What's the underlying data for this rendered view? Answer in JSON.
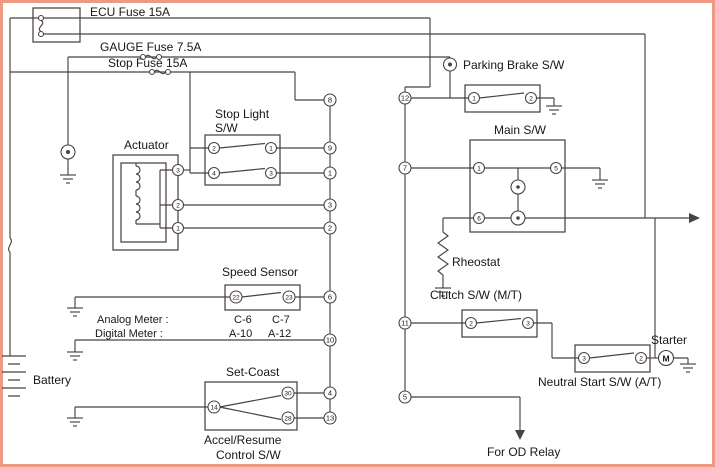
{
  "colors": {
    "line": "#4a4242",
    "text": "#1b1616",
    "border": "#ee9a82",
    "background": "#ffffff"
  },
  "fuses": {
    "ecu": "ECU Fuse 15A",
    "gauge": "GAUGE Fuse 7.5A",
    "stop": "Stop Fuse 15A"
  },
  "labels": {
    "battery": "Battery",
    "actuator": "Actuator",
    "stop_light_line1": "Stop Light",
    "stop_light_line2": "S/W",
    "parking_brake": "Parking Brake S/W",
    "main_sw": "Main S/W",
    "rheostat": "Rheostat",
    "speed_sensor": "Speed Sensor",
    "clutch_sw": "Clutch S/W (M/T)",
    "starter": "Starter",
    "starter_motor": "M",
    "neutral_start": "Neutral Start S/W (A/T)",
    "set_coast": "Set-Coast",
    "accel_line1": "Accel/Resume",
    "accel_line2": "Control S/W",
    "od_relay": "For OD Relay"
  },
  "meters": {
    "analog_label": "Analog Meter :",
    "analog_v1": "C-6",
    "analog_v2": "C-7",
    "digital_label": "Digital Meter :",
    "digital_v1": "A-10",
    "digital_v2": "A-12"
  },
  "nodes": {
    "bus1": [
      "8",
      "9",
      "1",
      "3",
      "2",
      "6",
      "10",
      "4",
      "13"
    ],
    "bus2": [
      "12",
      "7",
      "11",
      "5"
    ]
  },
  "terminals": {
    "stop_light": [
      "2",
      "1",
      "4",
      "3"
    ],
    "actuator": [
      "3",
      "2",
      "1"
    ],
    "parking_brake": [
      "1",
      "2"
    ],
    "main_sw": [
      "1",
      "5",
      "6"
    ],
    "speed_sensor": [
      "22",
      "23"
    ],
    "clutch": [
      "2",
      "3"
    ],
    "neutral": [
      "3",
      "2"
    ],
    "set_coast": [
      "14",
      "30",
      "28"
    ]
  }
}
